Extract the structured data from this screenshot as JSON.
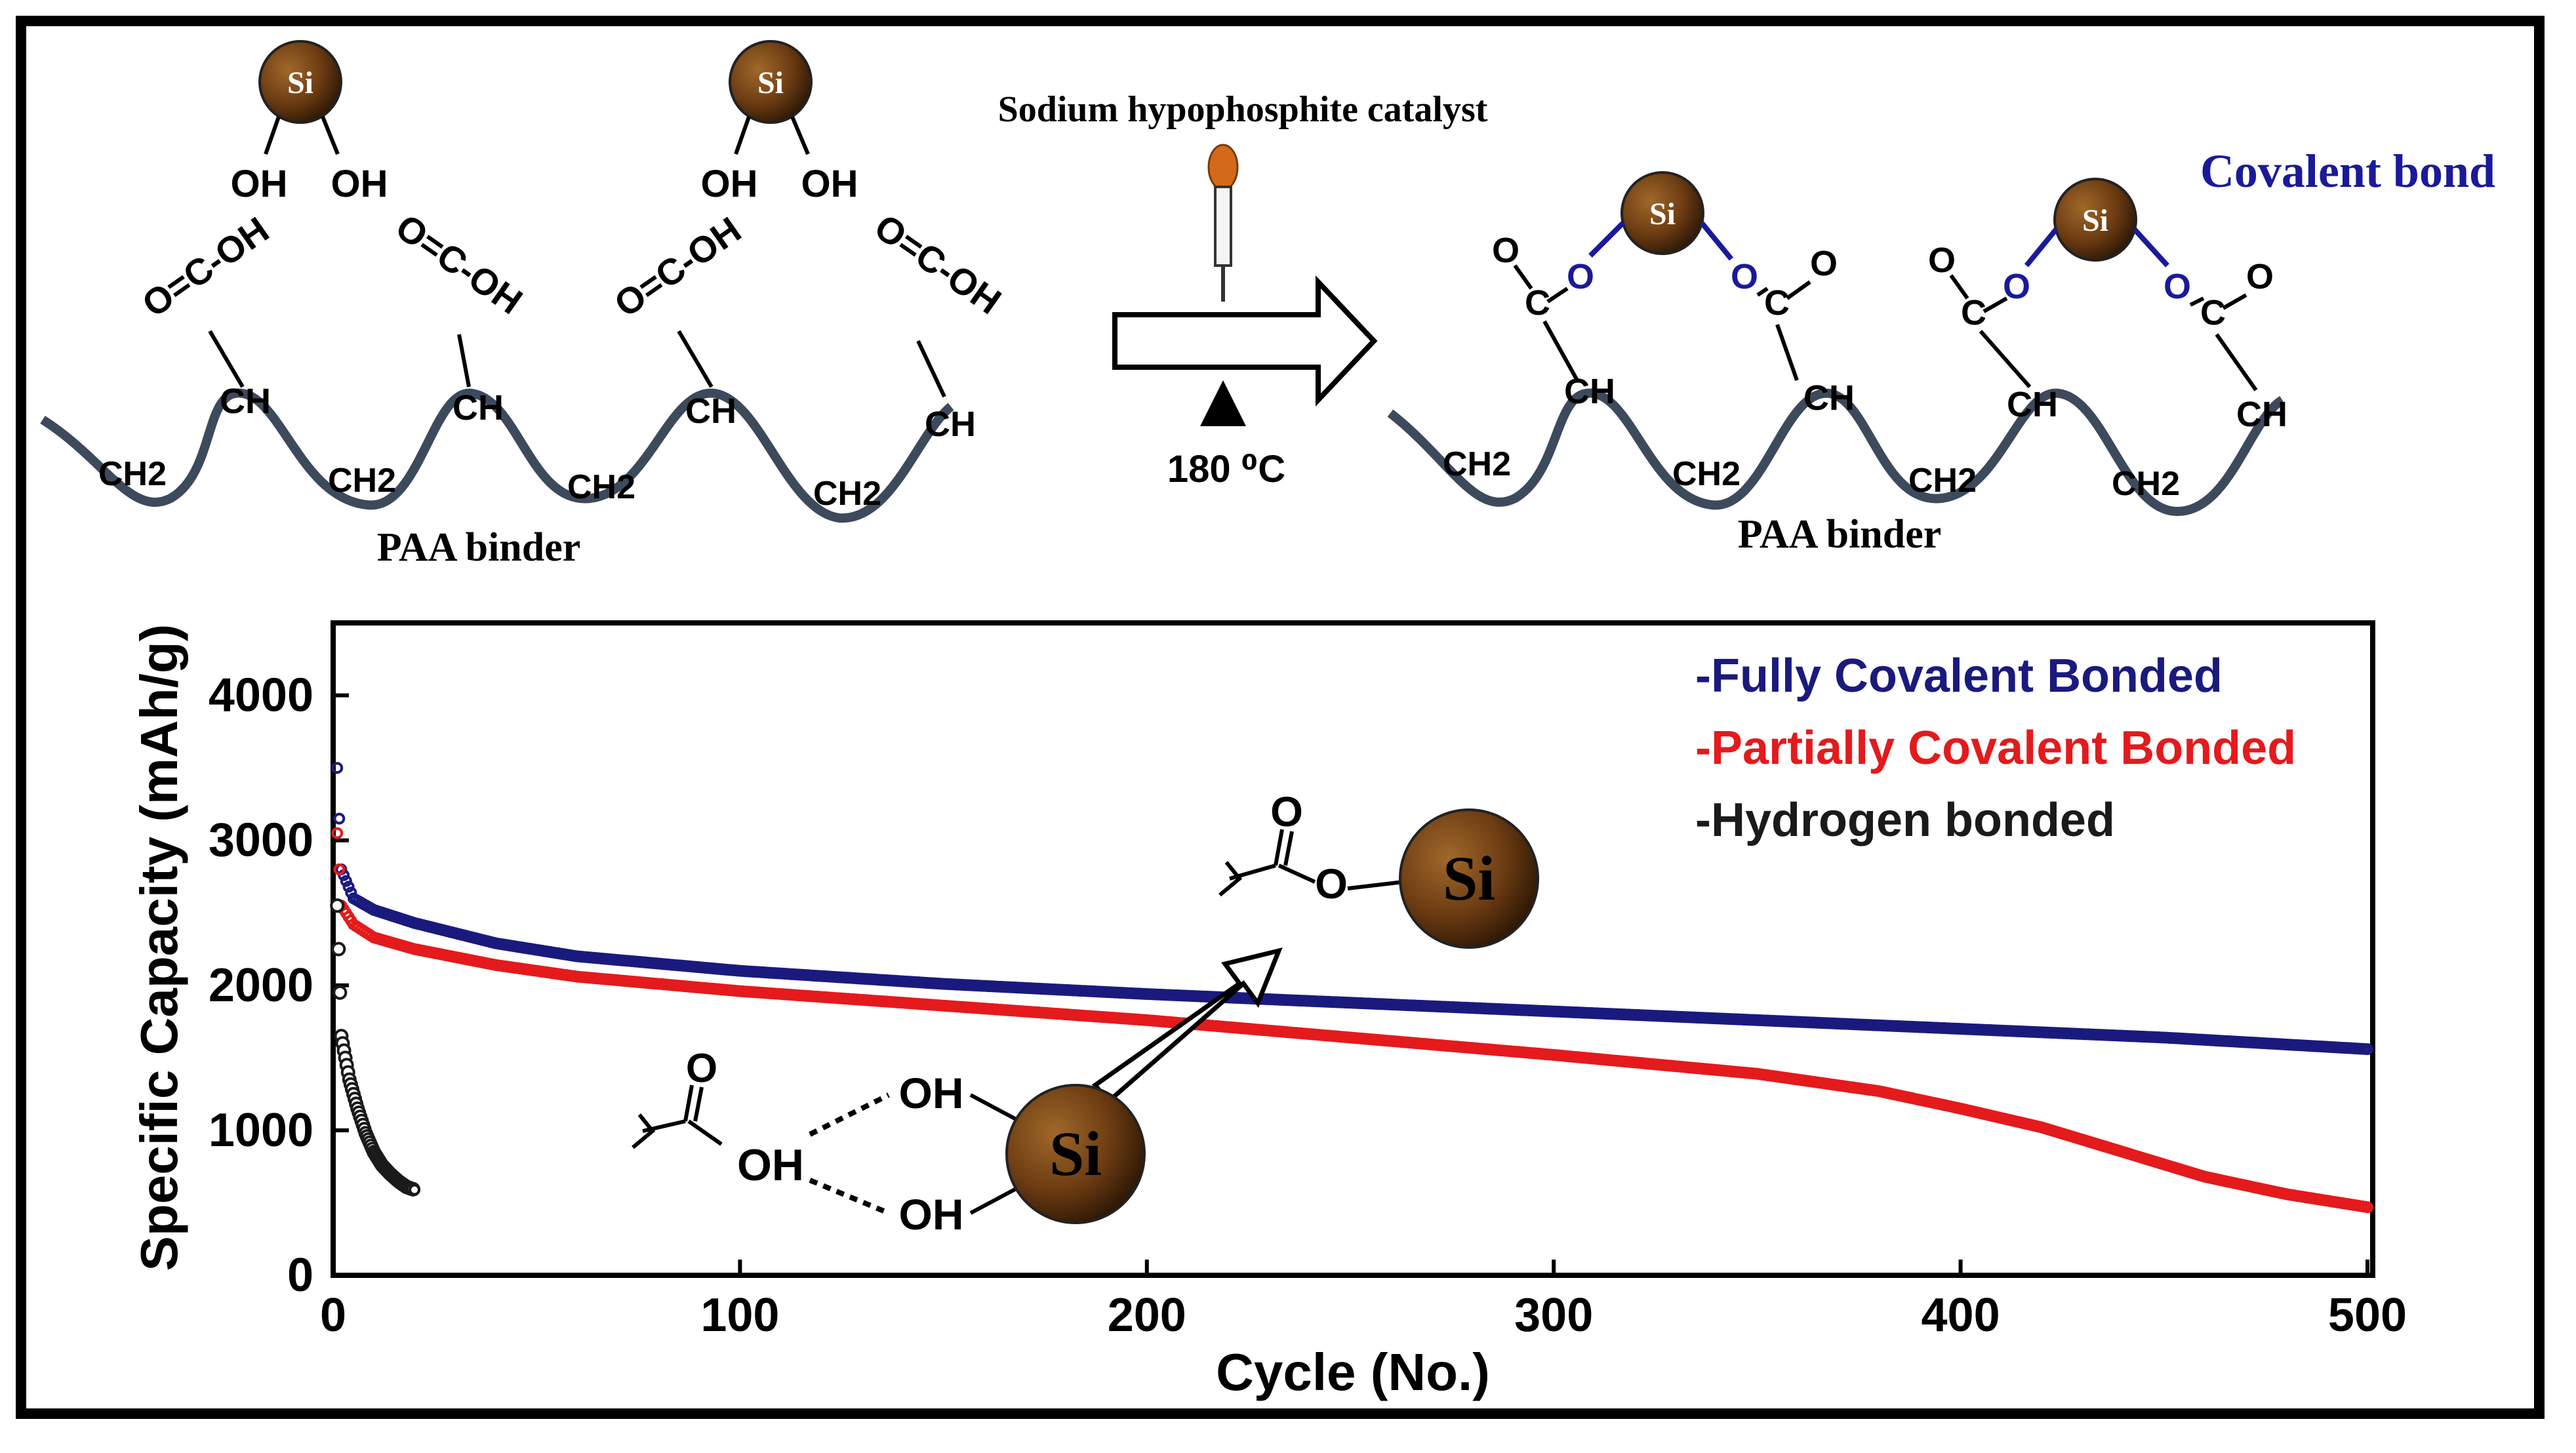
{
  "scheme": {
    "catalyst_label": "Sodium hypophosphite catalyst",
    "temperature_label": "180 ⁰C",
    "left_binder_label": "PAA binder",
    "right_binder_label": "PAA binder",
    "covalent_label": "Covalent bond",
    "si_label": "Si",
    "oh_label": "OH",
    "cooh_label": "O=C-OH",
    "ch_label": "CH",
    "ch2_label": "CH2",
    "o_label": "O",
    "c_label": "C"
  },
  "colors": {
    "fully": "#1a1a7e",
    "partially": "#e41a1c",
    "hydrogen": "#1a1a1a",
    "si_fill": "#6b3b12",
    "chain": "#3d4a5c",
    "covalent_text": "#1a1a9a"
  },
  "chart_data": {
    "type": "scatter",
    "xlabel": "Cycle (No.)",
    "ylabel": "Specific Capacity (mAh/g)",
    "xlim": [
      0,
      500
    ],
    "ylim": [
      0,
      4500
    ],
    "xticks": [
      0,
      100,
      200,
      300,
      400,
      500
    ],
    "yticks": [
      0,
      1000,
      2000,
      3000,
      4000
    ],
    "legend_position": "top-right",
    "series": [
      {
        "name": "-Fully Covalent Bonded",
        "color": "#1a1a7e",
        "points": [
          [
            1,
            3500
          ],
          [
            2,
            2800
          ],
          [
            5,
            2600
          ],
          [
            10,
            2520
          ],
          [
            20,
            2430
          ],
          [
            40,
            2290
          ],
          [
            60,
            2200
          ],
          [
            100,
            2100
          ],
          [
            150,
            2010
          ],
          [
            200,
            1940
          ],
          [
            250,
            1880
          ],
          [
            300,
            1820
          ],
          [
            350,
            1760
          ],
          [
            400,
            1700
          ],
          [
            450,
            1640
          ],
          [
            500,
            1560
          ]
        ]
      },
      {
        "name": "-Partially Covalent Bonded",
        "color": "#e41a1c",
        "points": [
          [
            1,
            3050
          ],
          [
            2,
            2550
          ],
          [
            5,
            2420
          ],
          [
            10,
            2330
          ],
          [
            20,
            2250
          ],
          [
            40,
            2140
          ],
          [
            60,
            2060
          ],
          [
            100,
            1960
          ],
          [
            150,
            1860
          ],
          [
            200,
            1760
          ],
          [
            250,
            1640
          ],
          [
            300,
            1520
          ],
          [
            350,
            1390
          ],
          [
            380,
            1270
          ],
          [
            400,
            1150
          ],
          [
            420,
            1020
          ],
          [
            440,
            850
          ],
          [
            460,
            680
          ],
          [
            480,
            560
          ],
          [
            500,
            470
          ]
        ]
      },
      {
        "name": "-Hydrogen bonded",
        "color": "#1a1a1a",
        "points": [
          [
            1,
            2550
          ],
          [
            2,
            1650
          ],
          [
            4,
            1350
          ],
          [
            6,
            1150
          ],
          [
            8,
            980
          ],
          [
            10,
            850
          ],
          [
            12,
            760
          ],
          [
            14,
            700
          ],
          [
            16,
            650
          ],
          [
            18,
            610
          ],
          [
            20,
            590
          ]
        ]
      }
    ]
  }
}
